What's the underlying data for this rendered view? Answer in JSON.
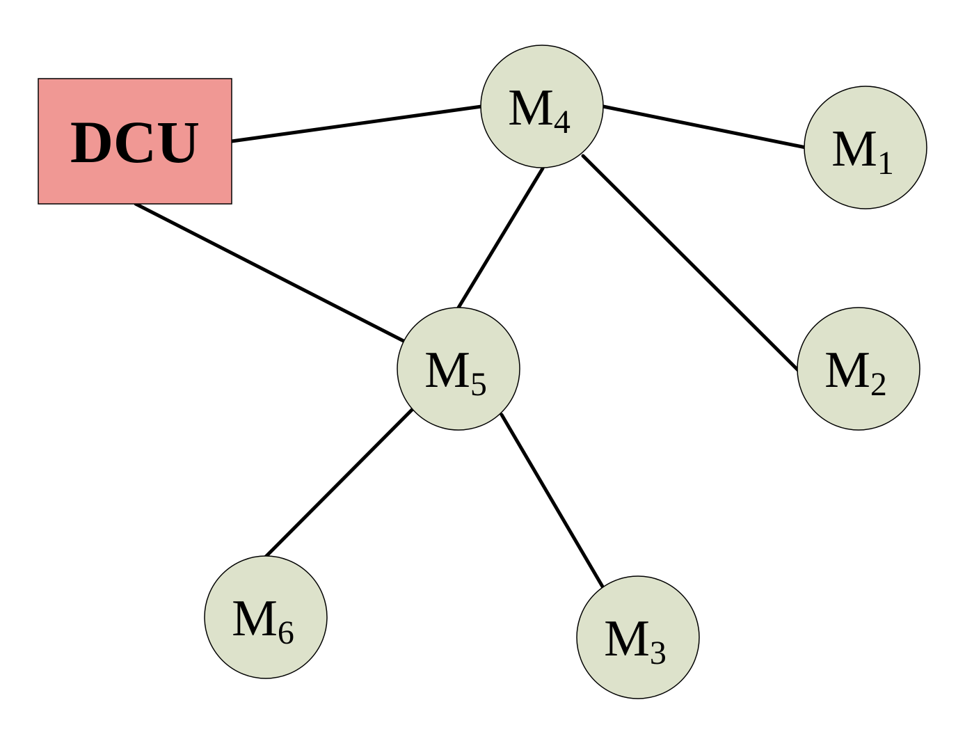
{
  "colors": {
    "meter_fill": "#dde2cb",
    "dcu_fill": "#f09894",
    "edge": "#000000"
  },
  "dcu": {
    "id": "DCU",
    "label": "DCU"
  },
  "meters": [
    {
      "id": "M4",
      "base": "M",
      "sub": "4"
    },
    {
      "id": "M1",
      "base": "M",
      "sub": "1"
    },
    {
      "id": "M5",
      "base": "M",
      "sub": "5"
    },
    {
      "id": "M2",
      "base": "M",
      "sub": "2"
    },
    {
      "id": "M6",
      "base": "M",
      "sub": "6"
    },
    {
      "id": "M3",
      "base": "M",
      "sub": "3"
    }
  ],
  "edges": [
    {
      "from": "DCU",
      "to": "M4"
    },
    {
      "from": "M4",
      "to": "M1"
    },
    {
      "from": "M4",
      "to": "M5"
    },
    {
      "from": "M4",
      "to": "M2"
    },
    {
      "from": "DCU",
      "to": "M5"
    },
    {
      "from": "M5",
      "to": "M6"
    },
    {
      "from": "M5",
      "to": "M3"
    }
  ]
}
